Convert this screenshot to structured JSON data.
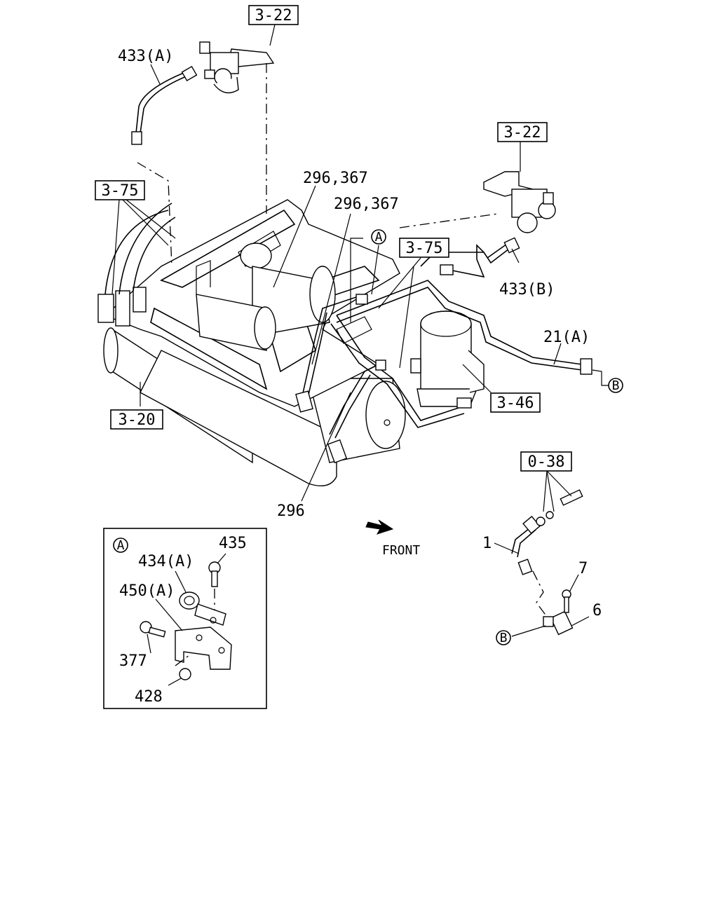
{
  "refs": {
    "r322_top": "3-22",
    "r322_right": "3-22",
    "r375_left": "3-75",
    "r375_center": "3-75",
    "r320": "3-20",
    "r346": "3-46",
    "r038": "0-38"
  },
  "labels": {
    "p433a": "433(A)",
    "p433b": "433(B)",
    "p296_367_a": "296,367",
    "p296_367_b": "296,367",
    "p296": "296",
    "p21a": "21(A)",
    "p1": "1",
    "p7": "7",
    "p6": "6",
    "front": "FRONT"
  },
  "markers": {
    "a_main": "A",
    "b_right": "B",
    "b_bottom": "B",
    "a_detail": "A"
  },
  "detail": {
    "p435": "435",
    "p434a": "434(A)",
    "p450a": "450(A)",
    "p377": "377",
    "p428": "428"
  }
}
